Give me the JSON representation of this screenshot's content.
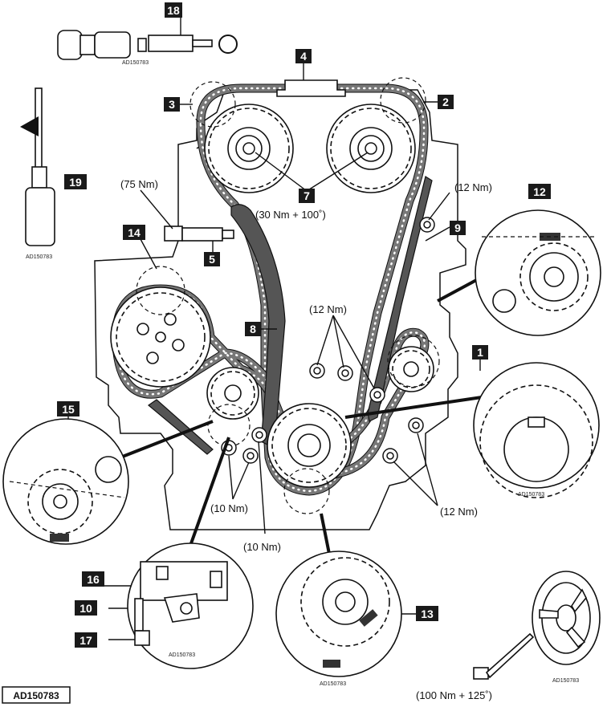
{
  "callouts": {
    "c1": "1",
    "c2": "2",
    "c3": "3",
    "c4": "4",
    "c5": "5",
    "c7": "7",
    "c8": "8",
    "c9": "9",
    "c10": "10",
    "c12": "12",
    "c13": "13",
    "c14": "14",
    "c15": "15",
    "c16": "16",
    "c17": "17",
    "c18": "18",
    "c19": "19"
  },
  "torques": {
    "camshaft": "(30 Nm + 100˚)",
    "tensioner_plug": "(75 Nm)",
    "guide_top": "(12 Nm)",
    "guide_mid": "(12 Nm)",
    "guide_right": "(12 Nm)",
    "left_bolts": "(10 Nm)",
    "center_bolt": "(10 Nm)",
    "crank_pulley": "(100 Nm + 125˚)"
  },
  "refs": {
    "r18": "AD150783",
    "r19": "AD150783",
    "r1": "AD150783",
    "r10": "AD150783",
    "r13": "AD150783",
    "rpulley": "AD150783"
  },
  "figure_id": "AD150783"
}
